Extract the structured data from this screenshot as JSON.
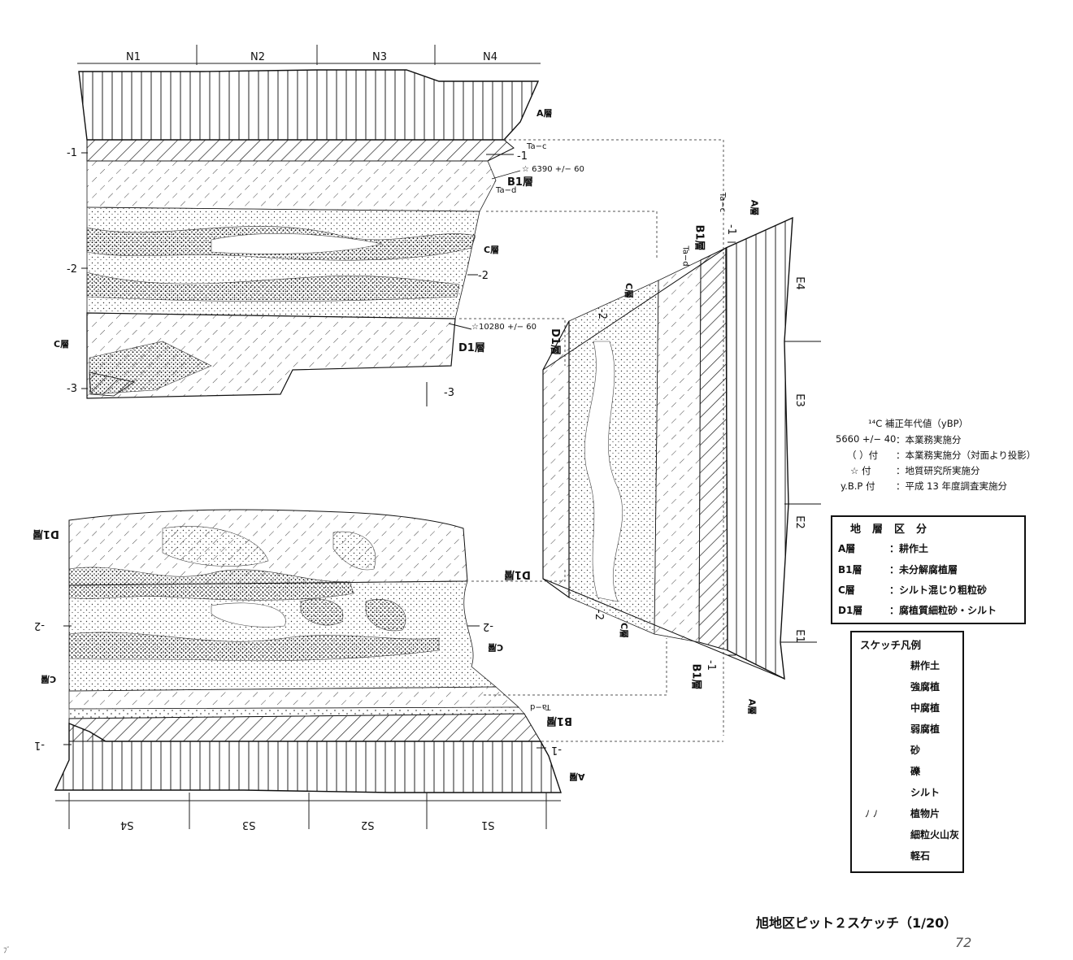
{
  "north_wall": {
    "grid_labels": [
      "N1",
      "N2",
      "N3",
      "N4"
    ],
    "depth_labels": [
      "-1",
      "-2",
      "-3"
    ],
    "layer_labels": {
      "a": "A層",
      "b1": "B1層",
      "c_right": "C層",
      "c_left": "C層",
      "d1": "D1層"
    },
    "markers": {
      "tac": "Ta−c",
      "tad": "Ta−d",
      "d_minus1": "-1",
      "d_minus2": "-2",
      "d_minus3": "-3",
      "date1": "☆ 6390 +/− 60",
      "date2": "☆10280 +/− 60"
    }
  },
  "east_wall": {
    "grid_labels": [
      "E4",
      "E3",
      "E2",
      "E1"
    ],
    "labels": {
      "a_top": "A層",
      "tac": "Ta−c",
      "b1_top": "B1層",
      "minus1_top": "-1",
      "tad": "Ta−d",
      "c_top": "C層",
      "minus2_top": "-2",
      "d1_top": "D1層",
      "d1_bottom": "D1層",
      "minus2_bottom": "-2",
      "c_bottom": "C層",
      "b1_bottom": "B1層",
      "minus1_bottom": "-1",
      "a_bottom": "A層"
    }
  },
  "south_wall": {
    "grid_labels": [
      "S4",
      "S3",
      "S2",
      "S1"
    ],
    "labels": {
      "d1": "D1層",
      "minus2_left": "-2",
      "c_left": "C層",
      "minus1_left": "-1",
      "minus2_right": "-2",
      "c_right": "C層",
      "tad": "Ta−d",
      "b1": "B1層",
      "minus1_right": "-1",
      "a": "A層"
    }
  },
  "c14_note": {
    "title": "¹⁴C 補正年代値（yBP）",
    "rows": [
      {
        "key": "5660 +/− 40",
        "value": "：本業務実施分"
      },
      {
        "key": "（ ）付",
        "value": "：本業務実施分（対面より投影）"
      },
      {
        "key": "☆ 付",
        "value": "：地質研究所実施分"
      },
      {
        "key": "y.B.P 付",
        "value": "：平成 13 年度調査実施分"
      }
    ]
  },
  "stratum_legend": {
    "title": "地層区分",
    "items": [
      {
        "layer": "A層",
        "desc": "：耕作土"
      },
      {
        "layer": "B1層",
        "desc": "：未分解腐植層"
      },
      {
        "layer": "C層",
        "desc": "：シルト混じり粗粒砂"
      },
      {
        "layer": "D1層",
        "desc": "：腐植質細粒砂・シルト"
      }
    ]
  },
  "sketch_legend": {
    "title": "スケッチ凡例",
    "items": [
      {
        "icon": "vertical-lines-icon",
        "label": "耕作土"
      },
      {
        "icon": "dense-hatch-icon",
        "label": "強腐植"
      },
      {
        "icon": "dashed-hatch-icon",
        "label": "中腐植"
      },
      {
        "icon": "sparse-hatch-icon",
        "label": "弱腐植"
      },
      {
        "icon": "dot-stipple-icon",
        "label": "砂"
      },
      {
        "icon": "gravel-icon",
        "label": "礫"
      },
      {
        "icon": "blank-icon",
        "label": "シルト"
      },
      {
        "icon": "plant-fragment-icon",
        "label": "植物片",
        "glyph": "ﾉ ﾉ"
      },
      {
        "icon": "volcanic-ash-icon",
        "label": "細粒火山灰"
      },
      {
        "icon": "pumice-icon",
        "label": "軽石"
      }
    ]
  },
  "figure_title": "旭地区ピット２スケッチ（1/20）",
  "page_number": "72",
  "corner_mark": "ﾌﾞ"
}
